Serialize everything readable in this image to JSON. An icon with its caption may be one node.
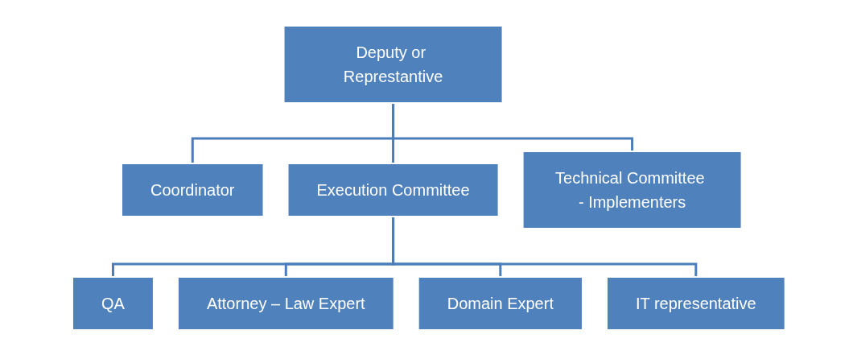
{
  "diagram": {
    "nodes": [
      {
        "text": [
          "Deputy or Represtantive"
        ]
      },
      {
        "text": [
          "Coordinator"
        ]
      },
      {
        "text": [
          "Execution Committee"
        ]
      },
      {
        "text": [
          "Technical Committee - Implementers"
        ]
      },
      {
        "text": [
          "QA"
        ]
      },
      {
        "text": [
          "Attorney – Law Expert"
        ]
      },
      {
        "text": [
          "Domain Expert"
        ]
      },
      {
        "text": [
          "IT representative"
        ]
      }
    ],
    "edges": [
      {
        "from": 0,
        "to": 1,
        "arrow": "none"
      },
      {
        "from": 0,
        "to": 2,
        "arrow": "none"
      },
      {
        "from": 0,
        "to": 3,
        "arrow": "none"
      },
      {
        "from": 2,
        "to": 4,
        "arrow": "none"
      },
      {
        "from": 2,
        "to": 5,
        "arrow": "none"
      },
      {
        "from": 2,
        "to": 6,
        "arrow": "none"
      },
      {
        "from": 2,
        "to": 7,
        "arrow": "none"
      }
    ]
  }
}
